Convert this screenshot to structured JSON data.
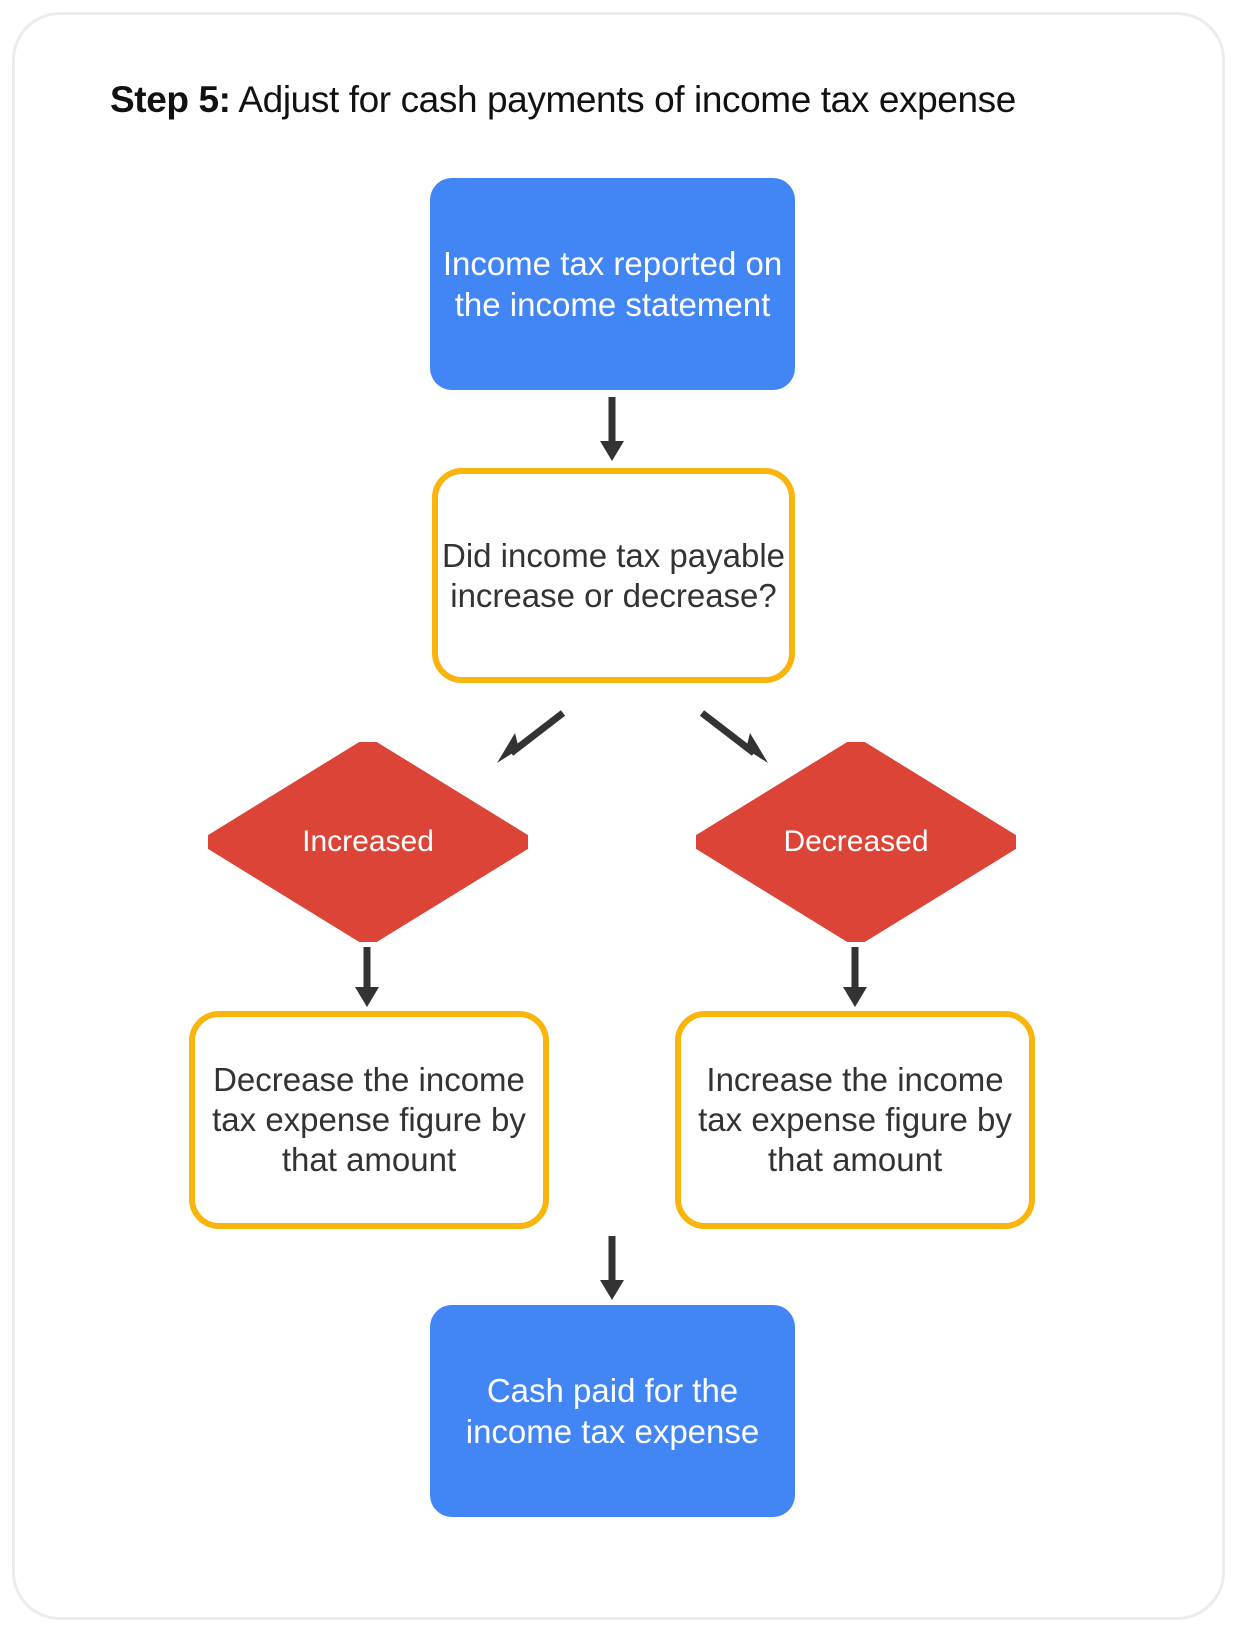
{
  "card": {
    "title_bold": "Step 5:",
    "title_rest": " Adjust for cash payments of income tax expense"
  },
  "colors": {
    "blue": "#4285F4",
    "yellow": "#F9B50B",
    "red": "#DB4437",
    "text_dark": "#333333",
    "card_border": "#ECECEC",
    "arrow": "#333333"
  },
  "flowchart": {
    "type": "flowchart",
    "nodes": [
      {
        "id": "income-tax-reported",
        "shape": "rounded-rect",
        "style": "blue-filled",
        "label": "Income tax reported on the income statement"
      },
      {
        "id": "question",
        "shape": "rounded-rect",
        "style": "yellow-outline",
        "label": "Did income tax payable increase or decrease?"
      },
      {
        "id": "increased",
        "shape": "diamond",
        "style": "red-filled",
        "label": "Increased"
      },
      {
        "id": "decreased",
        "shape": "diamond",
        "style": "red-filled",
        "label": "Decreased"
      },
      {
        "id": "decrease-expense",
        "shape": "rounded-rect",
        "style": "yellow-outline",
        "label": "Decrease the income tax expense figure by that amount"
      },
      {
        "id": "increase-expense",
        "shape": "rounded-rect",
        "style": "yellow-outline",
        "label": "Increase the income tax expense figure by that amount"
      },
      {
        "id": "cash-paid",
        "shape": "rounded-rect",
        "style": "blue-filled",
        "label": "Cash paid for the income tax expense"
      }
    ],
    "edges": [
      {
        "from": "income-tax-reported",
        "to": "question",
        "direction": "down"
      },
      {
        "from": "question",
        "to": "increased",
        "direction": "down-left"
      },
      {
        "from": "question",
        "to": "decreased",
        "direction": "down-right"
      },
      {
        "from": "increased",
        "to": "decrease-expense",
        "direction": "down"
      },
      {
        "from": "decreased",
        "to": "increase-expense",
        "direction": "down"
      },
      {
        "from": "decrease-expense",
        "to": "cash-paid",
        "direction": "down"
      }
    ]
  }
}
